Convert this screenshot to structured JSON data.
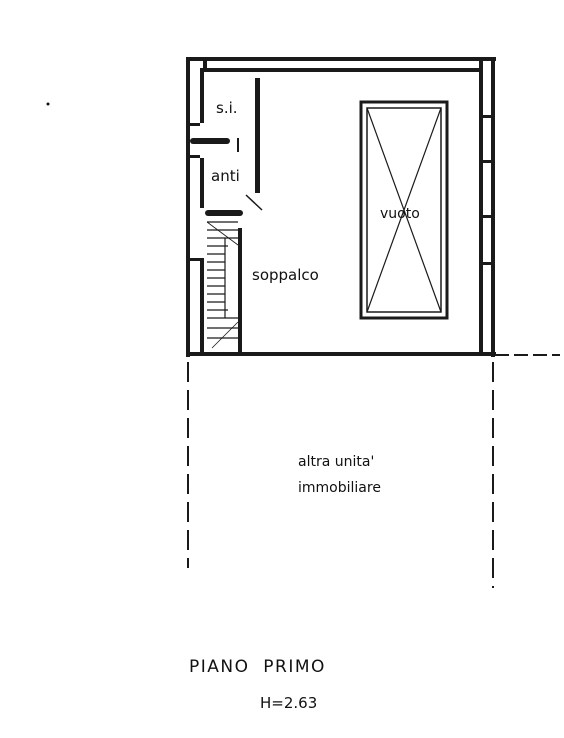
{
  "plan": {
    "rooms": {
      "si": "s.i.",
      "anti": "anti",
      "soppalco": "soppalco",
      "vuoto": "vuoto"
    },
    "other_unit": {
      "line1": "altra unita'",
      "line2": "immobiliare"
    },
    "title": "PIANO  PRIMO",
    "height": "H=2.63"
  }
}
